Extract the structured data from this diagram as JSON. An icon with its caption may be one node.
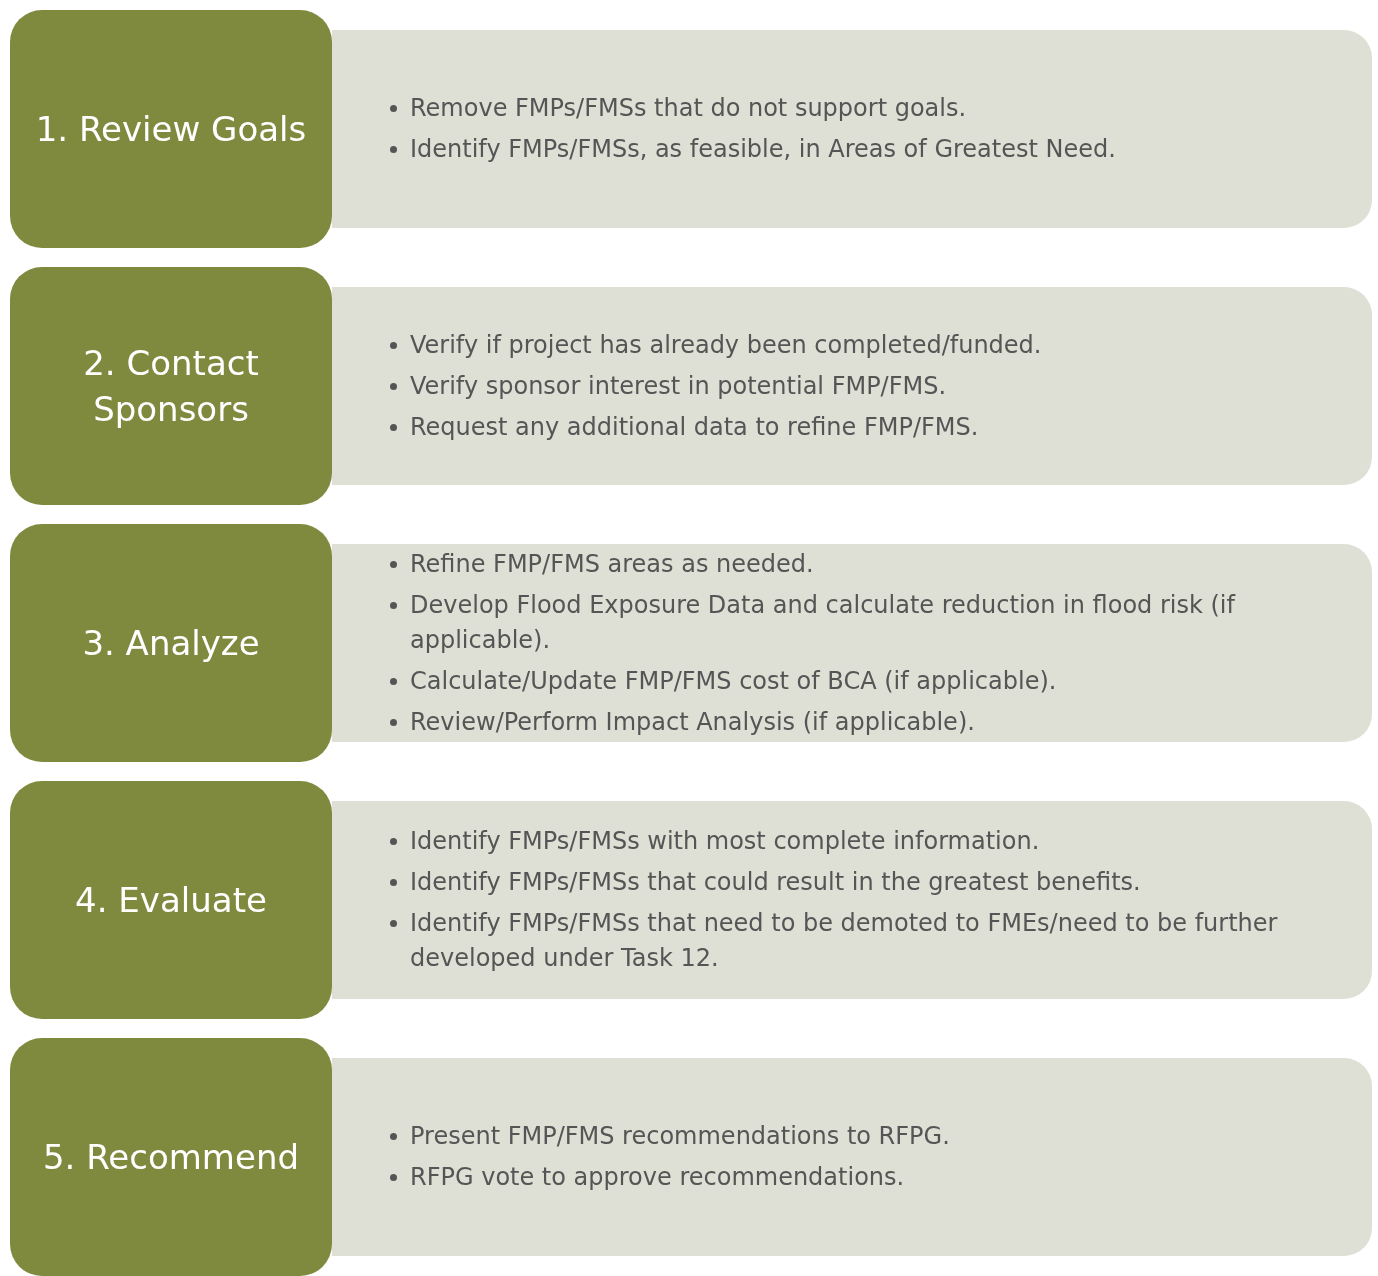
{
  "diagram": {
    "nodes": [
      {
        "text": [
          "1. Review Goals"
        ]
      },
      {
        "text": [
          "Remove FMPs/FMSs that do not support goals.",
          "Identify FMPs/FMSs, as feasible, in Areas of Greatest Need."
        ]
      },
      {
        "text": [
          "2. Contact Sponsors"
        ]
      },
      {
        "text": [
          "Verify if project has already been completed/funded.",
          "Verify sponsor interest in potential FMP/FMS.",
          "Request any additional data to refine FMP/FMS."
        ]
      },
      {
        "text": [
          "3. Analyze"
        ]
      },
      {
        "text": [
          "Refine FMP/FMS areas as needed.",
          "Develop Flood Exposure Data and calculate reduction in flood risk (if applicable).",
          "Calculate/Update FMP/FMS cost of BCA (if applicable).",
          "Review/Perform Impact Analysis (if applicable)."
        ]
      },
      {
        "text": [
          "4. Evaluate"
        ]
      },
      {
        "text": [
          "Identify FMPs/FMSs with most complete information.",
          "Identify FMPs/FMSs that could result in the greatest benefits.",
          "Identify FMPs/FMSs that need to be demoted to FMEs/need to be further developed under Task 12."
        ]
      },
      {
        "text": [
          "5. Recommend"
        ]
      },
      {
        "text": [
          "Present FMP/FMS recommendations to RFPG.",
          "RFPG vote to approve recommendations."
        ]
      }
    ]
  }
}
